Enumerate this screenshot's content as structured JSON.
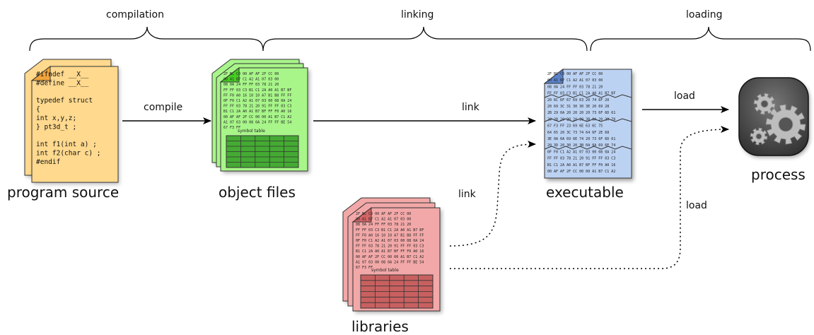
{
  "phases": [
    "compilation",
    "linking",
    "loading"
  ],
  "nodes": {
    "source": "program source",
    "objects": "object files",
    "executable": "executable",
    "process": "process",
    "libraries": "libraries"
  },
  "edges": {
    "compile": "compile",
    "link_objects": "link",
    "link_libraries": "link",
    "load_exe": "load",
    "load_libraries": "load"
  },
  "source_code": [
    "#ifndef __X__",
    "#define __X__",
    "",
    "typedef struct",
    "{",
    "  int x,y,z;",
    "} pt3d_t ;",
    "",
    "int f1(int a) ;",
    "int f2(char c) ;",
    "#endif"
  ],
  "object_hex": [
    "2F BC C0 00 AF AF 2F CC 00",
    "00 A1 B7 C1 A2 A1 07 03 00",
    "08 0A 24 FF FF 03 78 21 20",
    "FF FF 03 C3 B1 C1 2A A0 A1 B7 BF",
    "FF F0 A0 16 10 10 A7 B1 B8 FF FF",
    "0F F0 C1 A2 A1 07 03 00 08 0A 24",
    "FF FF 03 78 21 20 91 FF FF 03 C3",
    "B1 C1 2A A0 A1 B7 BF FF F0 A0 16",
    "00 AF AF 2F CC 00 00 A1 B7 C1 A2",
    "A1 07 03 00 08 0A 24 FF FF BE 54",
    "67 F3 FF"
  ],
  "exe_hex": [
    "2F BC C0 00 AF AF 2F CC 00",
    "00 A1 B7 C1 A2 A1 07 03 00",
    "08 0A 24 FF FF 03 78 21 20",
    "FF FF 03 C3 B1 C1 2A A0 A1 B7 BF",
    "20 6C 6F 67 69 63 20 74 6F 20",
    "20 69 3C 31 30 30 3E 20 69 28",
    "2B 29 0A 20 20 20 20 73 6F 6D 61",
    "20 2B 20 20 20 20 3B 0A 20 20 70",
    "67 F3 FF 23 69 6E 63 6C 75",
    "64 65 20 3C 73 74 64 6F 2E 68",
    "3E 0A 0A 69 6E 74 20 73 6F 6D 61",
    "20 3D 20 30 20 3B 0A 0A 69 6E 74",
    "0F F0 C1 A2 A1 07 03 00 08 0A 24",
    "FF FF 03 78 21 20 91 FF FF 03 C3",
    "B1 C1 2A A0 A1 B7 BF FF F0 A0 16",
    "00 AF AF 2F CC 00 00 A1 B7 C1 A2"
  ],
  "symbol_table": "symbol table",
  "colors": {
    "source_fill": "#ffd98e",
    "source_corner": "#f2a43a",
    "object_fill": "#a8f58a",
    "object_corner": "#44cc22",
    "exe_fill": "#bcd2f2",
    "exe_corner": "#5b82c9",
    "lib_fill": "#f2a8a8",
    "lib_corner": "#d46565",
    "process_fill": "#444444",
    "gear": "#bdbdbd"
  }
}
